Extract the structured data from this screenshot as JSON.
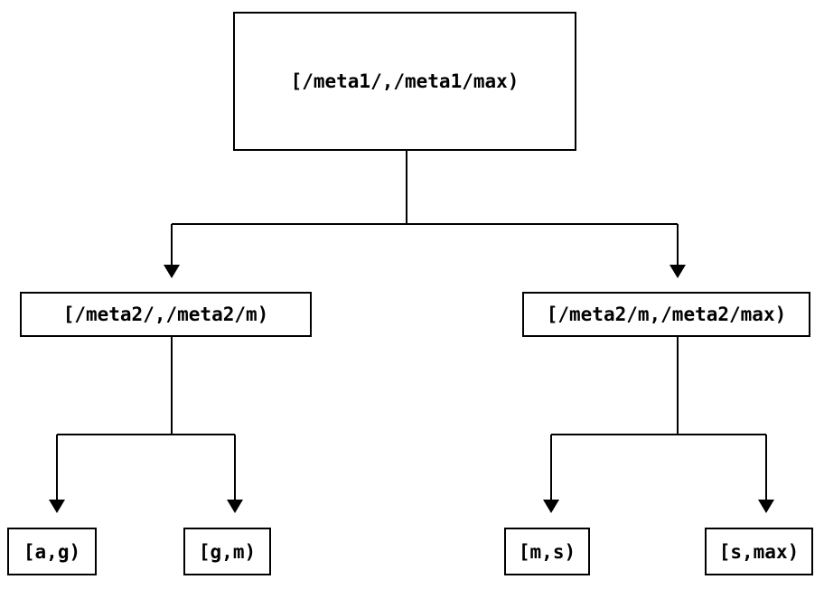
{
  "diagram": {
    "type": "tree",
    "colors": {
      "line": "#000000",
      "text": "#000000",
      "background": "#ffffff"
    },
    "nodes": {
      "root": {
        "label": "[/meta1/,/meta1/max)"
      },
      "left": {
        "label": "[/meta2/,/meta2/m)"
      },
      "right": {
        "label": "[/meta2/m,/meta2/max)"
      },
      "leaf1": {
        "label": "[a,g)"
      },
      "leaf2": {
        "label": "[g,m)"
      },
      "leaf3": {
        "label": "[m,s)"
      },
      "leaf4": {
        "label": "[s,max)"
      }
    },
    "edges": [
      {
        "from": "root",
        "to": "left"
      },
      {
        "from": "root",
        "to": "right"
      },
      {
        "from": "left",
        "to": "leaf1"
      },
      {
        "from": "left",
        "to": "leaf2"
      },
      {
        "from": "right",
        "to": "leaf3"
      },
      {
        "from": "right",
        "to": "leaf4"
      }
    ]
  }
}
